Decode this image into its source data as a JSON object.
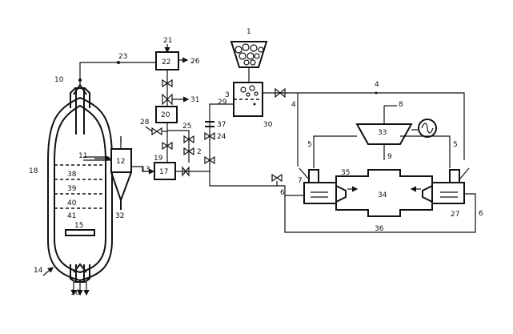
{
  "diagram": {
    "labels": {
      "l1": "1",
      "l2": "2",
      "l3": "3",
      "l4": "4",
      "l4b": "4",
      "l5a": "5",
      "l5b": "5",
      "l6a": "6",
      "l6b": "6",
      "l7": "7",
      "l8": "8",
      "l9": "9",
      "l10": "10",
      "l11": "11",
      "l12": "12",
      "l13": "13",
      "l14": "14",
      "l15": "15",
      "l16": "16",
      "l17": "17",
      "l18": "18",
      "l19": "19",
      "l20": "20",
      "l21": "21",
      "l22": "22",
      "l23": "23",
      "l24": "24",
      "l25": "25",
      "l26": "26",
      "l27": "27",
      "l28": "28",
      "l29": "29",
      "l30": "30",
      "l31": "31",
      "l32": "32",
      "l33": "33",
      "l34": "34",
      "l35": "35",
      "l36": "36",
      "l37": "37",
      "l38": "38",
      "l39": "39",
      "l40": "40",
      "l41": "41"
    }
  }
}
